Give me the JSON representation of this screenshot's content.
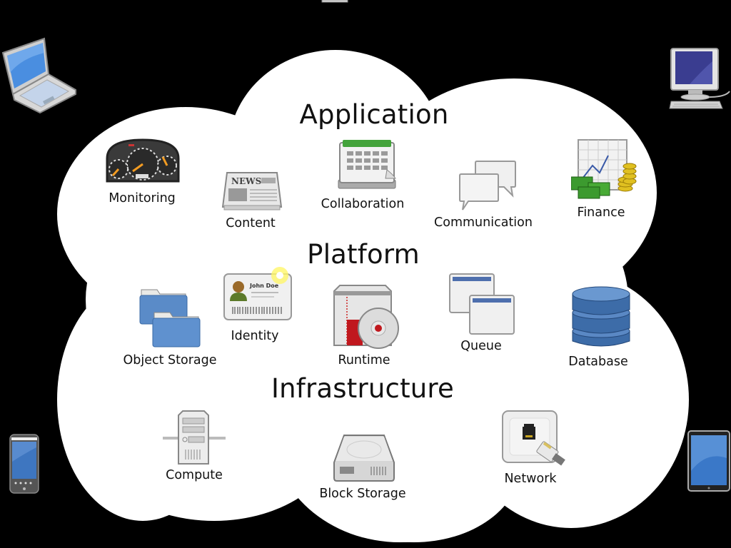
{
  "diagram": {
    "title": "Cloud computing",
    "background_color": "#000000",
    "cloud_color": "#ffffff",
    "layers": [
      {
        "name": "Application",
        "services": [
          {
            "label": "Monitoring",
            "icon": "dashboard-gauge-icon"
          },
          {
            "label": "Content",
            "icon": "newspaper-icon"
          },
          {
            "label": "Collaboration",
            "icon": "calendar-icon"
          },
          {
            "label": "Communication",
            "icon": "chat-bubbles-icon"
          },
          {
            "label": "Finance",
            "icon": "money-chart-icon"
          }
        ]
      },
      {
        "name": "Platform",
        "services": [
          {
            "label": "Object Storage",
            "icon": "folders-icon"
          },
          {
            "label": "Identity",
            "icon": "id-card-icon"
          },
          {
            "label": "Runtime",
            "icon": "package-disc-icon"
          },
          {
            "label": "Queue",
            "icon": "stacked-windows-icon"
          },
          {
            "label": "Database",
            "icon": "database-cylinder-icon"
          }
        ]
      },
      {
        "name": "Infrastructure",
        "services": [
          {
            "label": "Compute",
            "icon": "server-tower-icon"
          },
          {
            "label": "Block Storage",
            "icon": "hard-drive-icon"
          },
          {
            "label": "Network",
            "icon": "ethernet-port-icon"
          }
        ]
      }
    ],
    "id_card_name": "John Doe",
    "newspaper_heading": "NEWS",
    "client_devices": [
      {
        "name": "laptop",
        "icon": "laptop-icon"
      },
      {
        "name": "desktop",
        "icon": "desktop-computer-icon"
      },
      {
        "name": "smartphone",
        "icon": "smartphone-icon"
      },
      {
        "name": "tablet",
        "icon": "tablet-icon"
      },
      {
        "name": "server",
        "icon": "server-icon"
      }
    ]
  }
}
